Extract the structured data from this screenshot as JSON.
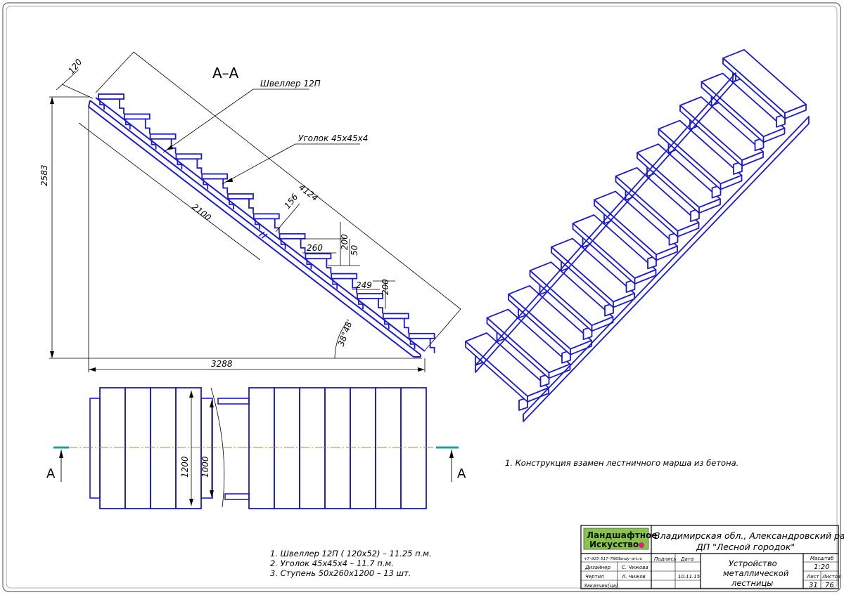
{
  "section": {
    "title": "А–А",
    "label_channel": "Швеллер 12П",
    "label_angle": "Уголок 45х45х4",
    "dim_overall_height": "2583",
    "dim_overall_length": "3288",
    "dim_diagonal": "4124",
    "dim_stringer": "2100",
    "dim_top": "120",
    "dim_small": "156",
    "dim_tread_depth_1": "260",
    "dim_rise_1": "200",
    "dim_tread_thk": "50",
    "dim_tread_depth_2": "249",
    "dim_rise_2": "200",
    "dim_angle": "38°48'"
  },
  "plan": {
    "dim_width": "1200",
    "dim_inner": "1000",
    "cut_left": "А",
    "cut_right": "А"
  },
  "notes": {
    "general": "1. Конструкция взамен лестничного марша из бетона.",
    "spec_1": "1. Швеллер 12П ( 120х52) – 11.25 п.м.",
    "spec_2": "2. Уголок 45х45х4 – 11.7 п.м.",
    "spec_3": "3. Ступень 50х260х1200 – 13 шт."
  },
  "title_block": {
    "logo_line1": "Ландшафтное",
    "logo_line2": "Искусство",
    "phone": "+7–925–517–7660",
    "site": "landy–art.ru",
    "address_line1": "Владимирская обл., Александровский район,",
    "address_line2": "ДП \"Лесной городок\"",
    "sign_header": "Подпись",
    "date_header": "Дата",
    "designer_role": "Дизайнер",
    "designer_name": "С. Чижова",
    "drafter_role": "Чертил",
    "drafter_name": "Л. Чижов",
    "drafter_date": "10.11.15",
    "client_role": "Заказчик(ца)",
    "doc_title_1": "Устройство",
    "doc_title_2": "металлической",
    "doc_title_3": "лестницы",
    "scale_header": "Масштаб",
    "scale_value": "1:20",
    "sheet_header": "Лист",
    "sheets_header": "Листов",
    "sheet_value": "31",
    "sheets_value": "76"
  },
  "colors": {
    "structure": "#1a1ad2",
    "border": "#000000",
    "axis": "#e07a1e",
    "cut_marker": "#1aa39b",
    "logo_bg": "#86c44a",
    "logo_dot": "#e0227a"
  }
}
